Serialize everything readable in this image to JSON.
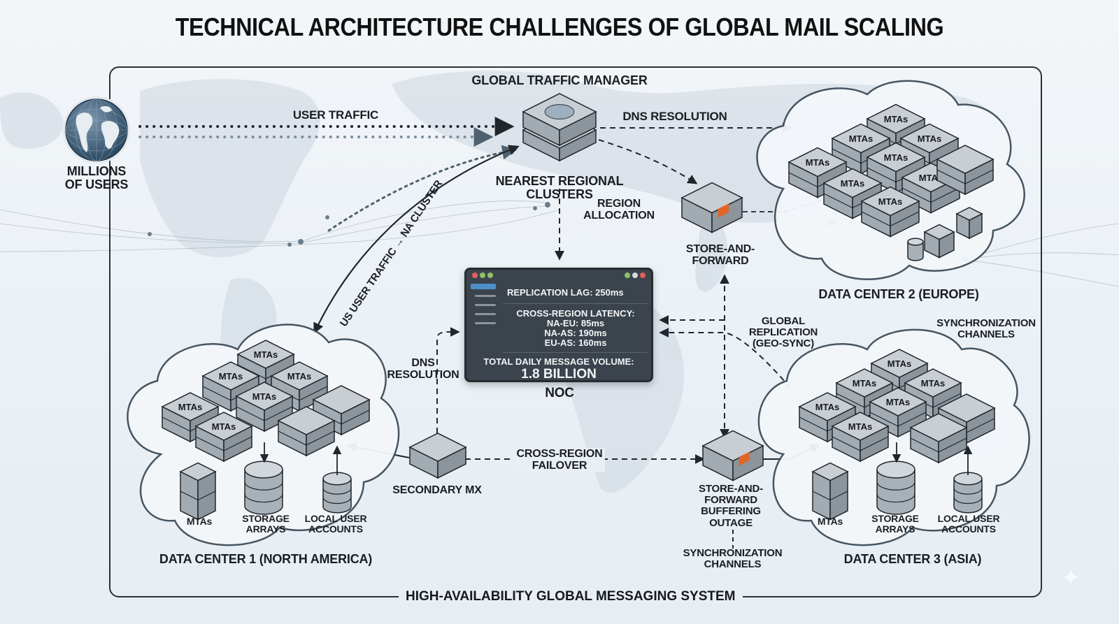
{
  "title": "TECHNICAL ARCHITECTURE CHALLENGES OF GLOBAL MAIL SCALING",
  "frame_caption": "HIGH-AVAILABILITY GLOBAL MESSAGING SYSTEM",
  "users": {
    "label": "MILLIONS\nOF USERS",
    "icon": "globe-icon"
  },
  "traffic_manager": {
    "label": "GLOBAL TRAFFIC MANAGER",
    "icon": "globe-icon"
  },
  "edges": {
    "user_traffic": "USER TRAFFIC",
    "dns_resolution_top": "DNS RESOLUTION",
    "nearest_clusters": "NEAREST REGIONAL CLUSTERS",
    "region_allocation": "REGION\nALLOCATION",
    "us_traffic": "US USER TRAFFIC → NA CLUSTER",
    "dns_resolution_left": "DNS\nRESOLUTION",
    "cross_region_failover": "CROSS-REGION\nFAILOVER",
    "global_replication": "GLOBAL\nREPLICATION\n(GEO-SYNC)",
    "sync_channels_right": "SYNCHRONIZATION\nCHANNELS",
    "sync_channels_bottom": "SYNCHRONIZATION\nCHANNELS"
  },
  "store_forward_top": {
    "label": "STORE-AND-\nFORWARD"
  },
  "store_forward_bottom": {
    "label": "STORE-AND-\nFORWARD\nBUFFERING\nOUTAGE"
  },
  "secondary_mx": {
    "label": "SECONDARY MX"
  },
  "noc": {
    "label": "NOC",
    "replication_lag": "REPLICATION LAG: 250ms",
    "latency_title": "CROSS-REGION LATENCY:",
    "latency": [
      "NA-EU: 85ms",
      "NA-AS: 190ms",
      "EU-AS: 160ms"
    ],
    "volume_title": "TOTAL DAILY MESSAGE VOLUME:",
    "volume_value": "1.8 BILLION",
    "window_dots_left": [
      "#e0605a",
      "#8fc16a",
      "#8fc16a"
    ],
    "window_dots_right": [
      "#8fc16a",
      "#d8dadc",
      "#e0605a"
    ]
  },
  "data_centers": [
    {
      "name": "DATA CENTER 1 (NORTH AMERICA)",
      "server_label": "MTAs",
      "bottom_items": [
        "MTAs",
        "STORAGE\nARRAYS",
        "LOCAL USER\nACCOUNTS"
      ]
    },
    {
      "name": "DATA CENTER 2 (EUROPE)",
      "server_label": "MTAs"
    },
    {
      "name": "DATA CENTER 3 (ASIA)",
      "server_label": "MTAs",
      "bottom_items": [
        "MTAs",
        "STORAGE\nARRAYS",
        "LOCAL USER\nACCOUNTS"
      ]
    }
  ],
  "colors": {
    "line": "#1f262c",
    "dot_dark": "#20272d",
    "dot_light": "#7d8d9a",
    "server_top": "#c9ced3",
    "server_side": "#8d959c",
    "accent_orange": "#e0652a",
    "cloud_fill": "#f4f7fa",
    "cloud_stroke": "#3e4d5a"
  }
}
